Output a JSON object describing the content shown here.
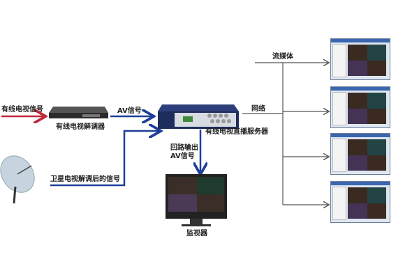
{
  "labels": {
    "cable_signal": "有线电视信号",
    "demodulator": "有线电视解调器",
    "av_signal": "AV信号",
    "satellite_signal": "卫星电视解调后的信号",
    "server": "有线电视直播服务器",
    "loop_output_line1": "回路输出",
    "loop_output_line2": "AV信号",
    "monitor": "监视器",
    "network": "网络",
    "streaming": "流媒体"
  },
  "colors": {
    "cable_arrow": "#c0283a",
    "signal_arrow": "#1d3f9a",
    "network_line": "#555555"
  },
  "client_screens": 4
}
